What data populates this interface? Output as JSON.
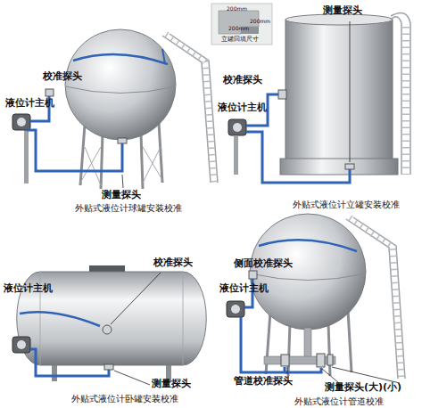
{
  "diagram": {
    "labels": [
      "校准探头",
      "液位计主机",
      "测量探头",
      "外贴式液位计球罐安装校准",
      "200mm",
      "200mm",
      "200mm",
      "立罐回填尺寸",
      "测量探头",
      "校准探头",
      "液位计主机",
      "外贴式液位计立罐安装校准",
      "校准探头",
      "液位计主机",
      "测量探头",
      "外贴式液位计卧罐安装校准",
      "侧面校准探头",
      "液位计主机",
      "管道校准探头",
      "测量探头(大)(小)",
      "外贴式液位计管道校准"
    ]
  }
}
